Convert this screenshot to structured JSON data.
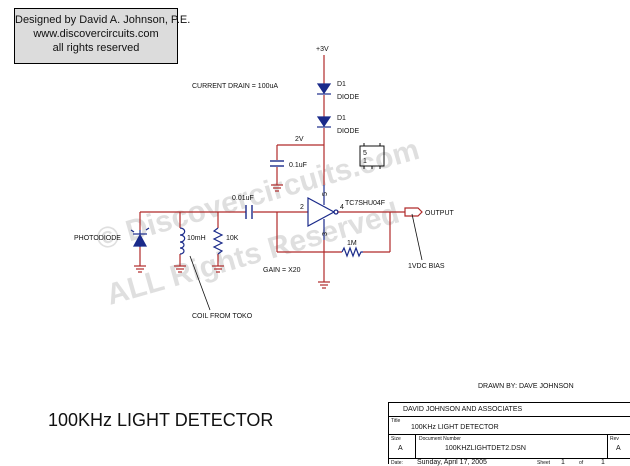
{
  "credit": {
    "line1": "Designed by David A. Johnson, P.E.",
    "line2": "www.discovercircuits.com",
    "line3": "all rights reserved"
  },
  "watermark": {
    "line1": "© Discovercircuits.com",
    "line2": "ALL Rights Reserved"
  },
  "schematic": {
    "supply": "+3V",
    "current_drain": "CURRENT DRAIN = 100uA",
    "d1_ref_a": "D1",
    "d1_type_a": "DIODE",
    "d1_ref_b": "D1",
    "d1_type_b": "DIODE",
    "node_2v": "2V",
    "cap_bypass": "0.1uF",
    "cap_coupling": "0.01uF",
    "ic_name": "TC7SHU04F",
    "pin_2": "2",
    "pin_4": "4",
    "pin_5": "5",
    "pin_3": "3",
    "output": "OUTPUT",
    "photodiode": "PHOTODIODE",
    "inductor": "10mH",
    "resistor_10k": "10K",
    "resistor_1m": "1M",
    "gain": "GAIN = X20",
    "bias": "1VDC BIAS",
    "coil_note": "COIL FROM TOKO",
    "pkg_pin_5": "5",
    "pkg_pin_1": "1"
  },
  "title_main": "100KHz LIGHT DETECTOR",
  "drawn_by": "DRAWN BY:  DAVE JOHNSON",
  "title_block": {
    "company": "DAVID JOHNSON AND ASSOCIATES",
    "title_label": "Title",
    "title_value": "100KHz LIGHT DETECTOR",
    "size_label": "Size",
    "size_value": "A",
    "docnum_label": "Document Number",
    "docnum_value": "100KHZLIGHTDET2.DSN",
    "rev_label": "Rev",
    "rev_value": "A",
    "date_label": "Date:",
    "date_value": "Sunday, April 17, 2005",
    "sheet_label": "Sheet",
    "sheet_value": "1",
    "of_label": "of",
    "of_value": "1"
  },
  "colors": {
    "wire": "#b02a2a",
    "component": "#1a2a8a",
    "text": "#111111"
  }
}
